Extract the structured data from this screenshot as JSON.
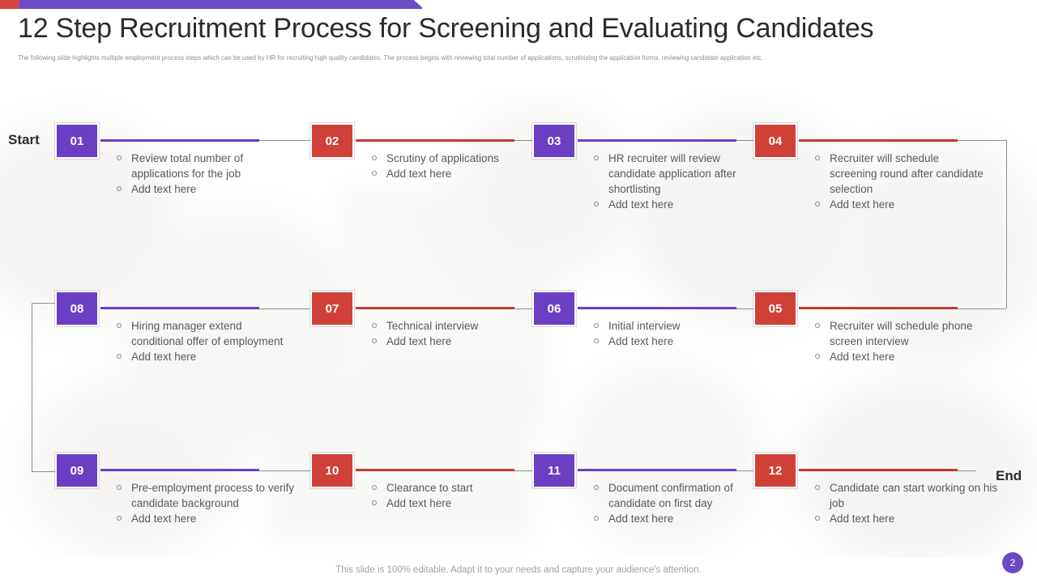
{
  "slide": {
    "title": "12 Step Recruitment Process for Screening and Evaluating Candidates",
    "subtitle": "The following slide highlights multiple employment process steps which can be used by HR for recruiting high quality candidates. The process begins with reviewing total number of applications, scrutinizing the application forms, reviewing candidate application etc.",
    "footer_note": "This slide is 100% editable. Adapt it to your needs and capture your audience's attention.",
    "page_number": "2",
    "start_label": "Start",
    "end_label": "End"
  },
  "colors": {
    "purple": "#6b3fc4",
    "red": "#cf4039",
    "banner_purple": "#6b4bc4",
    "banner_red": "#d8453e",
    "connector_gray": "#8f8f8f",
    "body_text": "#595959"
  },
  "steps": [
    {
      "number": "01",
      "color": "purple",
      "bullets": [
        "Review total number of applications for the job",
        "Add text here"
      ]
    },
    {
      "number": "02",
      "color": "red",
      "bullets": [
        "Scrutiny of applications",
        "Add text here"
      ]
    },
    {
      "number": "03",
      "color": "purple",
      "bullets": [
        "HR recruiter will review candidate application after shortlisting",
        "Add text here"
      ]
    },
    {
      "number": "04",
      "color": "red",
      "bullets": [
        "Recruiter will schedule screening round after candidate selection",
        "Add text here"
      ]
    },
    {
      "number": "05",
      "color": "red",
      "bullets": [
        "Recruiter will schedule phone screen interview",
        "Add text here"
      ]
    },
    {
      "number": "06",
      "color": "purple",
      "bullets": [
        "Initial interview",
        "Add text here"
      ]
    },
    {
      "number": "07",
      "color": "red",
      "bullets": [
        "Technical interview",
        "Add text here"
      ]
    },
    {
      "number": "08",
      "color": "purple",
      "bullets": [
        "Hiring manager extend conditional offer of employment",
        "Add text here"
      ]
    },
    {
      "number": "09",
      "color": "purple",
      "bullets": [
        "Pre-employment process to verify candidate background",
        "Add text here"
      ]
    },
    {
      "number": "10",
      "color": "red",
      "bullets": [
        "Clearance to start",
        "Add text here"
      ]
    },
    {
      "number": "11",
      "color": "purple",
      "bullets": [
        "Document confirmation of candidate on first day",
        "Add text here"
      ]
    },
    {
      "number": "12",
      "color": "red",
      "bullets": [
        "Candidate can start working on his job",
        "Add text here"
      ]
    }
  ]
}
